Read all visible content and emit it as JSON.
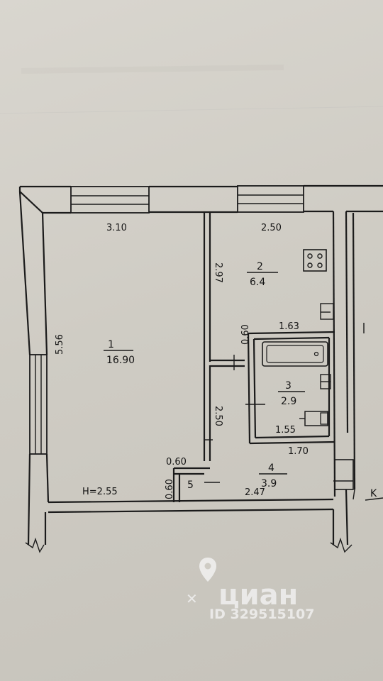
{
  "plan": {
    "rooms": [
      {
        "id": "1",
        "area": "16.90"
      },
      {
        "id": "2",
        "area": "6.4"
      },
      {
        "id": "3",
        "area": "2.9"
      },
      {
        "id": "4",
        "area": "3.9"
      },
      {
        "id": "5"
      }
    ],
    "dimensions": {
      "room1_width": "3.10",
      "room1_length": "5.56",
      "room2_width": "2.50",
      "room2_length": "2.97",
      "bath_top": "1.63",
      "bath_side": "0.60",
      "bath_bottom": "1.55",
      "corridor_length": "2.50",
      "corridor_width": "1.70",
      "hall_width": "2.47",
      "closet_top": "0.60",
      "closet_side": "0.60"
    },
    "ceiling_height": "H=2.55",
    "edge_letter": "K"
  },
  "watermark": {
    "brand": "циан",
    "listing_id": "ID 329515107"
  },
  "colors": {
    "paper": "#d4d1ca",
    "ink": "#1b1b1b",
    "watermark": "#f4f4f4"
  }
}
